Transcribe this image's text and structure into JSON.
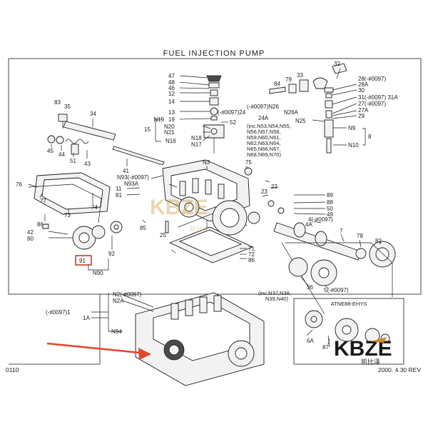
{
  "header": {
    "title": "FUEL INJECTION PUMP"
  },
  "footer": {
    "page_code": "0110",
    "revision": "2000. 4.30 REV"
  },
  "watermark": {
    "text": "KBZE",
    "subtext": "凯比泽",
    "color": "#c98b2a"
  },
  "highlight": {
    "color": "#d23a24",
    "arrow_color": "#e0482e"
  },
  "callouts": [
    {
      "id": "c-47",
      "text": "47"
    },
    {
      "id": "c-48",
      "text": "48"
    },
    {
      "id": "c-46",
      "text": "46"
    },
    {
      "id": "c-12",
      "text": "12"
    },
    {
      "id": "c-14",
      "text": "14"
    },
    {
      "id": "c-13",
      "text": "13"
    },
    {
      "id": "c-0097-24",
      "text": "(-#0097)24"
    },
    {
      "id": "c-19",
      "text": "19"
    },
    {
      "id": "c-52",
      "text": "52"
    },
    {
      "id": "c-n19",
      "text": "N19"
    },
    {
      "id": "c-n20",
      "text": "N20"
    },
    {
      "id": "c-n21",
      "text": "N21"
    },
    {
      "id": "c-15",
      "text": "15"
    },
    {
      "id": "c-n16",
      "text": "N16"
    },
    {
      "id": "c-n18",
      "text": "N18"
    },
    {
      "id": "c-n17",
      "text": "N17"
    },
    {
      "id": "c-84",
      "text": "84"
    },
    {
      "id": "c-79",
      "text": "79"
    },
    {
      "id": "c-33",
      "text": "33"
    },
    {
      "id": "c-32",
      "text": "32"
    },
    {
      "id": "c-28",
      "text": "28(-#0097)"
    },
    {
      "id": "c-28a",
      "text": "28A"
    },
    {
      "id": "c-30",
      "text": "30"
    },
    {
      "id": "c-31",
      "text": "31(-#0097) 31A"
    },
    {
      "id": "c-27",
      "text": "27(-#0097)"
    },
    {
      "id": "c-27a",
      "text": "27A"
    },
    {
      "id": "c-29",
      "text": "29"
    },
    {
      "id": "c-n26",
      "text": "(-#0097)N26"
    },
    {
      "id": "c-n26a",
      "text": "N26A"
    },
    {
      "id": "c-24a",
      "text": "24A"
    },
    {
      "id": "c-n25",
      "text": "N25"
    },
    {
      "id": "c-n9",
      "text": "N9"
    },
    {
      "id": "c-8",
      "text": "8"
    },
    {
      "id": "c-n10",
      "text": "N10"
    },
    {
      "id": "c-83",
      "text": "83"
    },
    {
      "id": "c-35",
      "text": "35"
    },
    {
      "id": "c-34",
      "text": "34"
    },
    {
      "id": "c-45",
      "text": "45"
    },
    {
      "id": "c-44",
      "text": "44"
    },
    {
      "id": "c-51",
      "text": "51"
    },
    {
      "id": "c-43",
      "text": "43"
    },
    {
      "id": "c-41",
      "text": "41"
    },
    {
      "id": "c-n93",
      "text": "N93(-#0097)"
    },
    {
      "id": "c-n93a",
      "text": "N93A"
    },
    {
      "id": "c-n3",
      "text": "N3"
    },
    {
      "id": "c-75",
      "text": "75"
    },
    {
      "id": "c-76",
      "text": "76"
    },
    {
      "id": "c-77",
      "text": "77"
    },
    {
      "id": "c-11",
      "text": "11"
    },
    {
      "id": "c-81",
      "text": "81"
    },
    {
      "id": "c-74",
      "text": "74"
    },
    {
      "id": "c-73",
      "text": "73"
    },
    {
      "id": "c-86a",
      "text": "86"
    },
    {
      "id": "c-42",
      "text": "42"
    },
    {
      "id": "c-80",
      "text": "80"
    },
    {
      "id": "c-85",
      "text": "85"
    },
    {
      "id": "c-25",
      "text": "25"
    },
    {
      "id": "c-22",
      "text": "22"
    },
    {
      "id": "c-23",
      "text": "23"
    },
    {
      "id": "c-89",
      "text": "89"
    },
    {
      "id": "c-88",
      "text": "88"
    },
    {
      "id": "c-50",
      "text": "50"
    },
    {
      "id": "c-49",
      "text": "49"
    },
    {
      "id": "c-4",
      "text": "4(-#0097)"
    },
    {
      "id": "c-4a",
      "text": "4A"
    },
    {
      "id": "c-7",
      "text": "7"
    },
    {
      "id": "c-78",
      "text": "78"
    },
    {
      "id": "c-82",
      "text": "82"
    },
    {
      "id": "c-71",
      "text": "71"
    },
    {
      "id": "c-72",
      "text": "72"
    },
    {
      "id": "c-86b",
      "text": "86"
    },
    {
      "id": "c-92",
      "text": "92"
    },
    {
      "id": "c-91",
      "text": "91"
    },
    {
      "id": "c-n90",
      "text": "N90"
    },
    {
      "id": "c-36",
      "text": "36"
    },
    {
      "id": "c-5",
      "text": "5(-#0097)"
    },
    {
      "id": "c-n2",
      "text": "N2(-#0097)"
    },
    {
      "id": "c-n2a",
      "text": "N2A"
    },
    {
      "id": "c-1",
      "text": "(-#0097)1"
    },
    {
      "id": "c-1a",
      "text": "1A"
    },
    {
      "id": "c-n94",
      "text": "N94"
    },
    {
      "id": "c-6a",
      "text": "6A"
    },
    {
      "id": "c-87",
      "text": "87"
    }
  ],
  "notes": {
    "n24_inc": [
      "(inc.N53,N54,N55,",
      "N56,N57,N58,",
      "N59,N60,N61,",
      "N62,N63,N64,",
      "N65,N66,N67,",
      "N68,N69,N70)"
    ],
    "n36_inc": [
      "(inc.N37,N38,",
      "N39,N40)"
    ],
    "atne_title": "ATNE88-EHYS"
  },
  "icons": [
    "fuel-pump-body-icon",
    "pump-assembly-icon",
    "coupling-icon",
    "camshaft-icon",
    "plunger-barrel-icon",
    "red-arrow-icon"
  ]
}
